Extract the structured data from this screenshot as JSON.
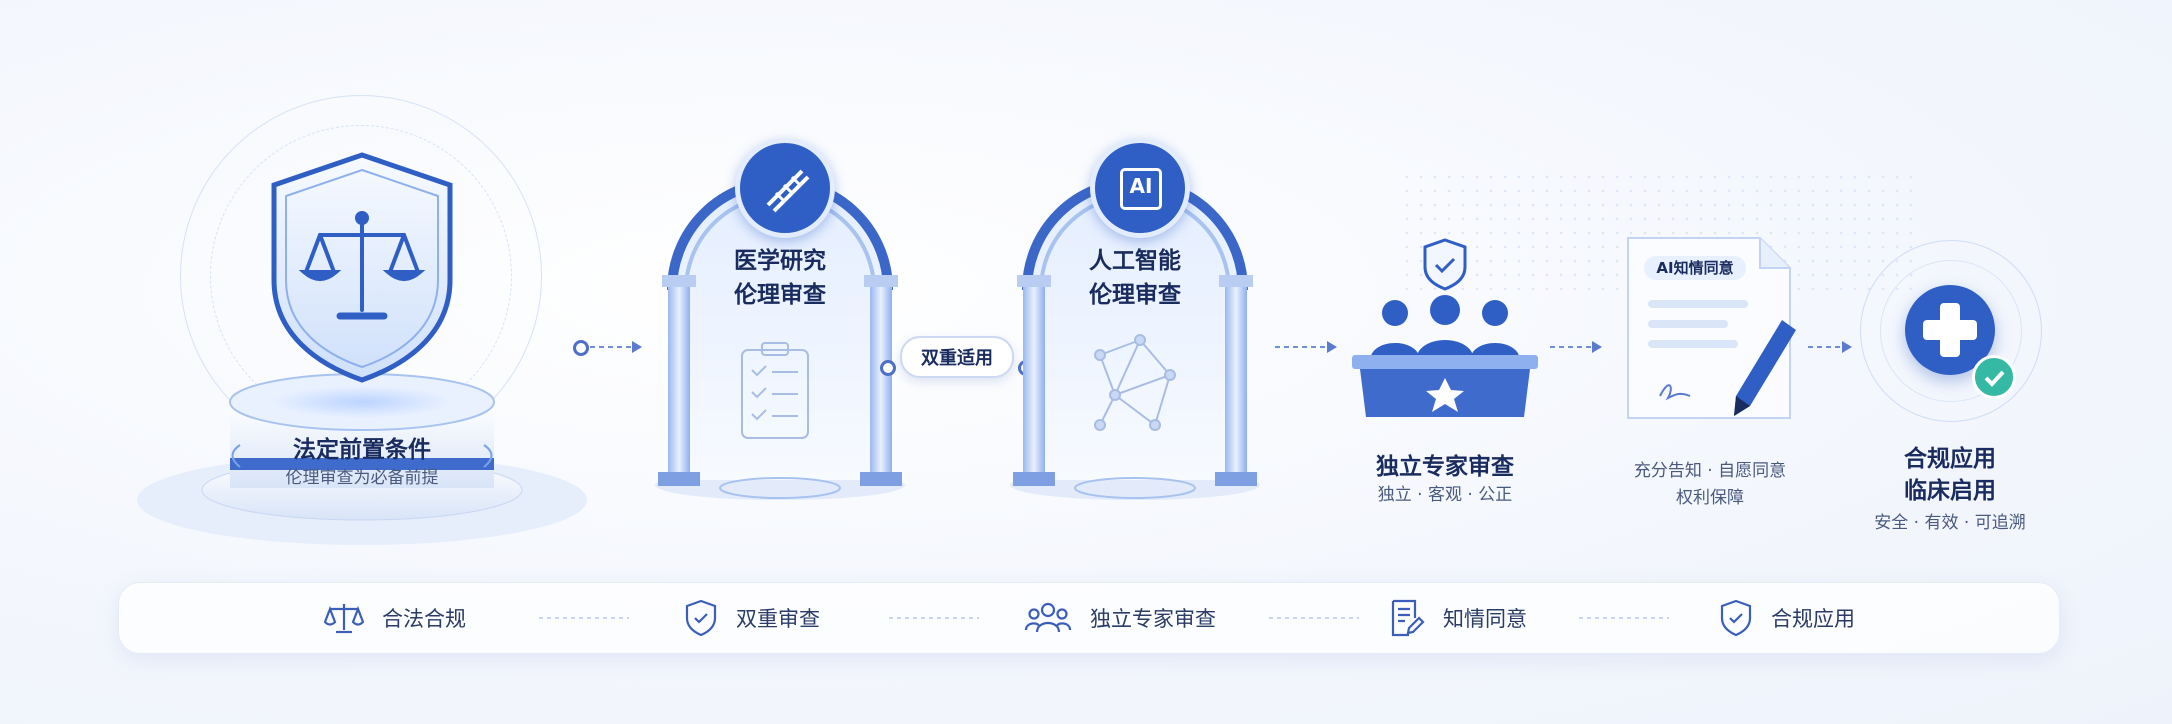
{
  "steps": {
    "legal": {
      "title": "法定前置条件",
      "subtitle": "伦理审查为必备前提"
    },
    "medical": {
      "title_line1": "医学研究",
      "title_line2": "伦理审查"
    },
    "dual_label": "双重适用",
    "ai": {
      "badge": "AI",
      "title_line1": "人工智能",
      "title_line2": "伦理审查"
    },
    "experts": {
      "title": "独立专家审查",
      "subtitle": "独立 · 客观 · 公正"
    },
    "consent": {
      "doc_title": "AI知情同意",
      "line1": "充分告知 · 自愿同意",
      "line2": "权利保障"
    },
    "clinical": {
      "title_line1": "合规应用",
      "title_line2": "临床启用",
      "subtitle": "安全 · 有效 · 可追溯"
    }
  },
  "bottom_bar": [
    {
      "label": "合法合规",
      "icon": "scales-icon"
    },
    {
      "label": "双重审查",
      "icon": "shield-check-icon"
    },
    {
      "label": "独立专家审查",
      "icon": "people-icon"
    },
    {
      "label": "知情同意",
      "icon": "document-sign-icon"
    },
    {
      "label": "合规应用",
      "icon": "shield-check-icon"
    }
  ],
  "colors": {
    "accent": "#2f5fc4",
    "accent_light": "#8fb0ee",
    "teal": "#35b8a4",
    "background": "#f4f7fd"
  }
}
